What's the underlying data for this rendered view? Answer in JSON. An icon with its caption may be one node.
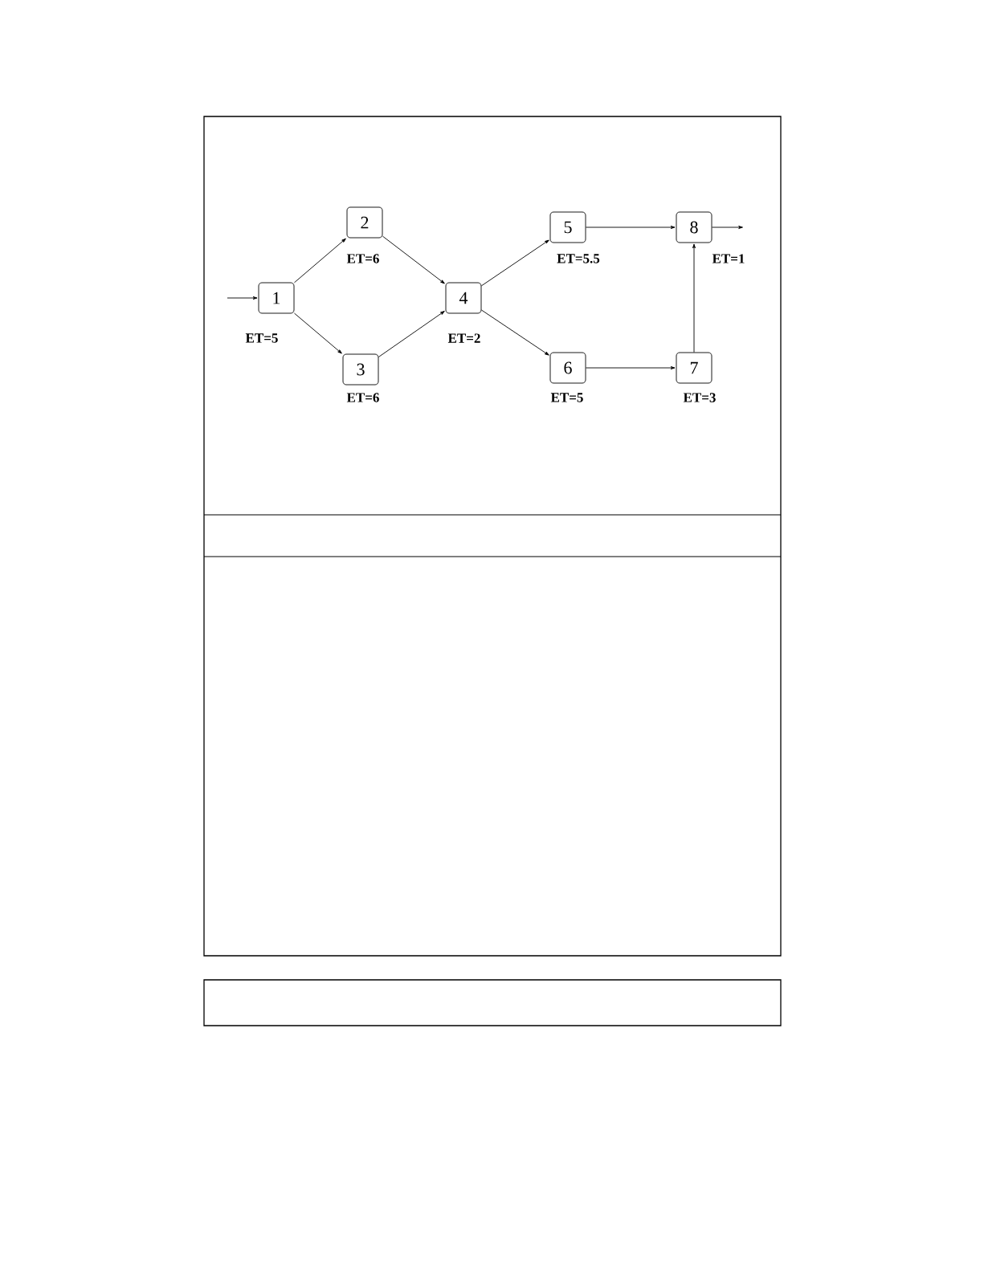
{
  "diagram": {
    "nodes": [
      {
        "text": [
          "1"
        ],
        "beside": [
          "ET=5"
        ]
      },
      {
        "text": [
          "2"
        ],
        "beside": [
          "ET=6"
        ]
      },
      {
        "text": [
          "3"
        ],
        "beside": [
          "ET=6"
        ]
      },
      {
        "text": [
          "4"
        ],
        "beside": [
          "ET=2"
        ]
      },
      {
        "text": [
          "5"
        ],
        "beside": [
          "ET=5.5"
        ]
      },
      {
        "text": [
          "6"
        ],
        "beside": [
          "ET=5"
        ]
      },
      {
        "text": [
          "7"
        ],
        "beside": [
          "ET=3"
        ]
      },
      {
        "text": [
          "8"
        ],
        "beside": [
          "ET=1"
        ]
      }
    ],
    "edges": [
      {
        "from": null,
        "to": 0,
        "arrow": "to"
      },
      {
        "from": 0,
        "to": 1,
        "arrow": "to"
      },
      {
        "from": 0,
        "to": 2,
        "arrow": "to"
      },
      {
        "from": 1,
        "to": 3,
        "arrow": "to"
      },
      {
        "from": 2,
        "to": 3,
        "arrow": "to"
      },
      {
        "from": 3,
        "to": 4,
        "arrow": "to"
      },
      {
        "from": 3,
        "to": 5,
        "arrow": "to"
      },
      {
        "from": 4,
        "to": 7,
        "arrow": "to"
      },
      {
        "from": 5,
        "to": 6,
        "arrow": "to"
      },
      {
        "from": 6,
        "to": 7,
        "arrow": "to"
      },
      {
        "from": 7,
        "to": null,
        "arrow": "to"
      }
    ]
  }
}
